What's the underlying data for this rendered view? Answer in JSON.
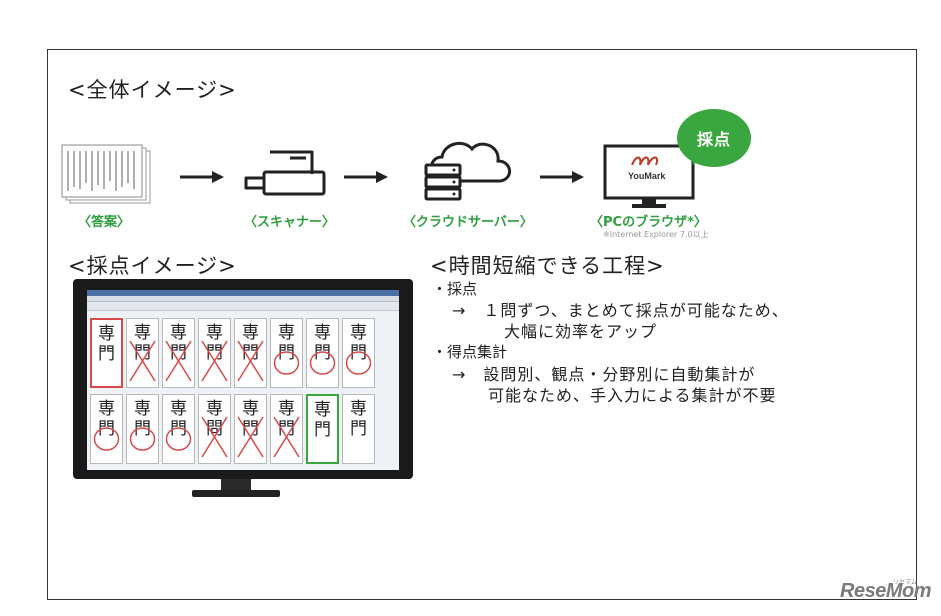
{
  "overview": {
    "heading": "<全体イメージ>",
    "steps": [
      {
        "label": "〈答案〉",
        "icon": "answer-sheets-icon"
      },
      {
        "label": "〈スキャナー〉",
        "icon": "scanner-icon"
      },
      {
        "label": "〈クラウドサーバー〉",
        "icon": "cloud-server-icon"
      },
      {
        "label": "〈PCのブラウザ*〉",
        "icon": "pc-monitor-icon"
      }
    ],
    "browser_note": "※Internet Explorer 7.0以上",
    "bubble_label": "採点",
    "monitor_logo": "YouMark"
  },
  "grading": {
    "heading": "<採点イメージ>",
    "answers_top": [
      "専門",
      "専門",
      "専門",
      "専門",
      "専門",
      "専門",
      "専門",
      "専門"
    ],
    "answers_bottom": [
      "専門",
      "専門",
      "専門",
      "専問",
      "専門",
      "専門",
      "専門",
      "専門"
    ],
    "marks_top": [
      "none",
      "cross",
      "cross",
      "cross",
      "cross",
      "circle",
      "circle",
      "circle"
    ],
    "marks_bottom": [
      "circle",
      "circle",
      "circle",
      "cross",
      "cross",
      "cross",
      "none",
      "none"
    ]
  },
  "process": {
    "heading": "<時間短縮できる工程>",
    "items": [
      {
        "title": "・採点",
        "lines": [
          "→　１問ずつ、まとめて採点が可能なため、",
          "大幅に効率をアップ"
        ]
      },
      {
        "title": "・得点集計",
        "lines": [
          "→　設問別、観点・分野別に自動集計が",
          "可能なため、手入力による集計が不要"
        ]
      }
    ]
  },
  "brand": {
    "logo": "ReseMom",
    "logo_sub": "リセマム"
  },
  "colors": {
    "accent_green": "#3aa63f",
    "mark_red": "#d84a4a",
    "frame": "#333333"
  }
}
